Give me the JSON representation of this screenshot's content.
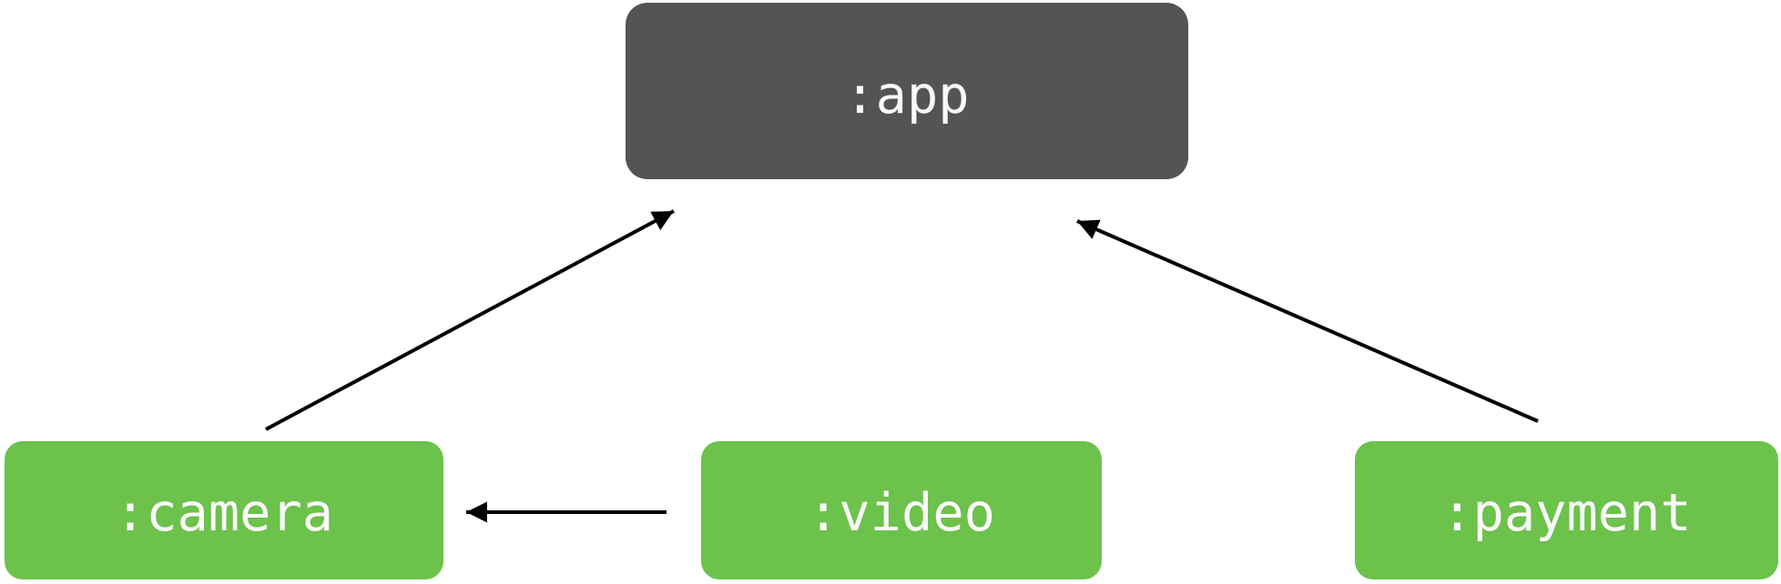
{
  "diagram": {
    "type": "module-dependency-graph",
    "background_color": "#ffffff",
    "arrow_color": "#000000",
    "nodes": [
      {
        "id": "app",
        "label": ":app",
        "fill": "#555453",
        "text_color": "#fafafa",
        "role": "root-module"
      },
      {
        "id": "camera",
        "label": ":camera",
        "fill": "#6cc24b",
        "text_color": "#fafafa",
        "role": "feature-module"
      },
      {
        "id": "video",
        "label": ":video",
        "fill": "#6cc24b",
        "text_color": "#fafafa",
        "role": "feature-module"
      },
      {
        "id": "payment",
        "label": ":payment",
        "fill": "#6cc24b",
        "text_color": "#fafafa",
        "role": "feature-module"
      }
    ],
    "edges": [
      {
        "from": "camera",
        "to": "app"
      },
      {
        "from": "video",
        "to": "camera"
      },
      {
        "from": "payment",
        "to": "app"
      }
    ]
  }
}
